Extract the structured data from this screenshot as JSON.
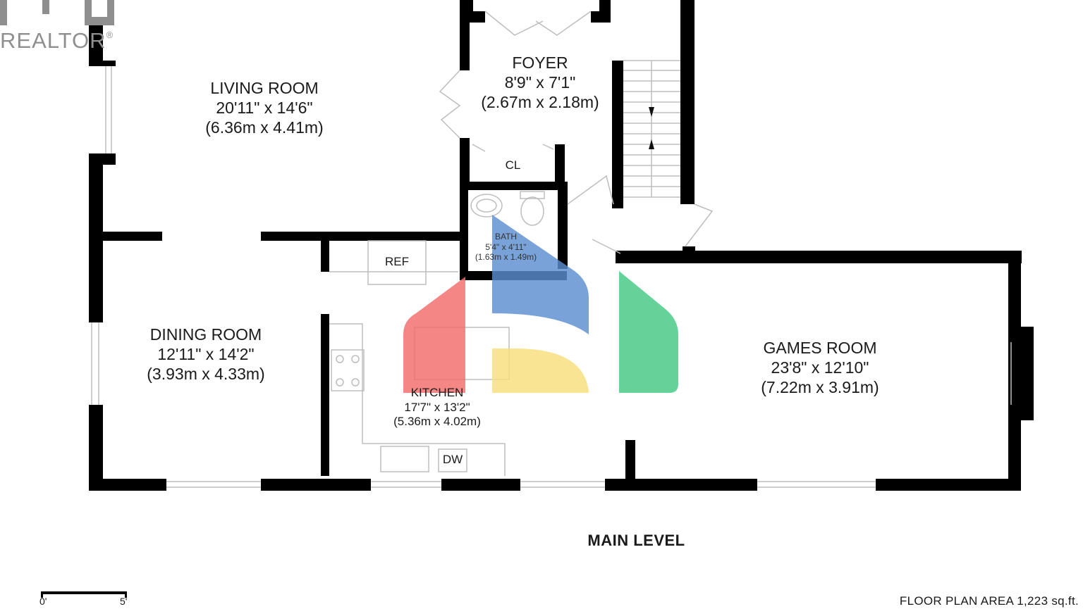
{
  "watermark": {
    "brand": "REALTOR",
    "mark": "®"
  },
  "plan": {
    "level_title": "MAIN LEVEL",
    "floor_area": "FLOOR PLAN AREA 1,223 sq.ft.",
    "scale": {
      "start": "0'",
      "end": "5'"
    },
    "rooms": {
      "living": {
        "name": "LIVING ROOM",
        "imperial": "20'11\" x 14'6\"",
        "metric": "(6.36m x 4.41m)"
      },
      "foyer": {
        "name": "FOYER",
        "imperial": "8'9\" x 7'1\"",
        "metric": "(2.67m x 2.18m)"
      },
      "closet": {
        "name": "CL"
      },
      "bath": {
        "name": "BATH",
        "imperial": "5'4\" x 4'11\"",
        "metric": "(1.63m x 1.49m)"
      },
      "ref": {
        "name": "REF"
      },
      "dining": {
        "name": "DINING ROOM",
        "imperial": "12'11\" x 14'2\"",
        "metric": "(3.93m x 4.33m)"
      },
      "kitchen": {
        "name": "KITCHEN",
        "imperial": "17'7\" x 13'2\"",
        "metric": "(5.36m x 4.02m)"
      },
      "dw": {
        "name": "DW"
      },
      "games": {
        "name": "GAMES ROOM",
        "imperial": "23'8\" x 12'10\"",
        "metric": "(7.22m x 3.91m)"
      }
    }
  },
  "logo_colors": {
    "red": "#f26b6b",
    "blue": "#5b8fd0",
    "yellow": "#f7de7a",
    "green": "#43c884"
  }
}
